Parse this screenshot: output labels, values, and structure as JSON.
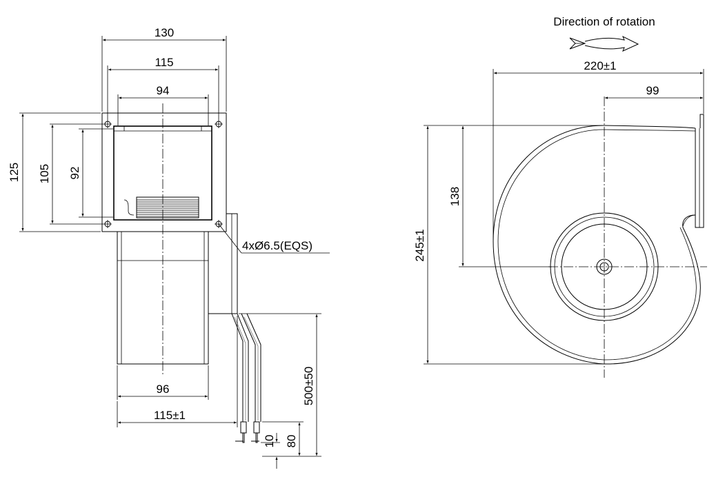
{
  "caption": "Direction of rotation",
  "front_view": {
    "dims": {
      "flange_width": "130",
      "hole_spacing_h": "115",
      "opening_width": "94",
      "flange_height": "125",
      "hole_spacing_v": "105",
      "opening_height": "92",
      "housing_width": "96",
      "total_depth": "115±1",
      "cable_length": "500±50",
      "lead_strip": "10",
      "lead_sleeve": "80"
    },
    "hole_callout": "4xØ6.5(EQS)"
  },
  "side_view": {
    "dims": {
      "overall_width": "220±1",
      "outlet_offset": "99",
      "overall_height": "245±1",
      "axis_height": "138"
    }
  }
}
